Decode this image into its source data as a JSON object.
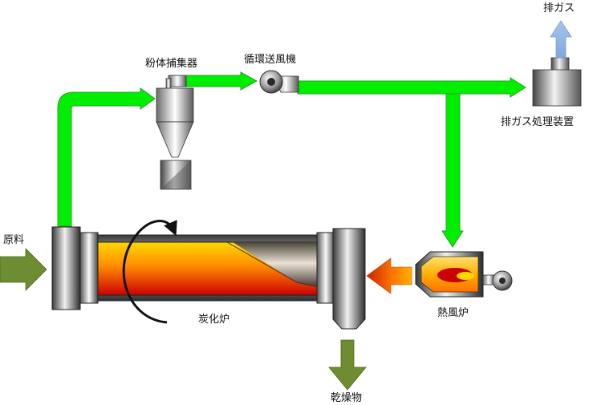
{
  "labels": {
    "exhaust_gas": "排ガス",
    "powder_collector": "粉体捕集器",
    "circulation_fan": "循環送風機",
    "exhaust_treatment": "排ガス処理装置",
    "raw_material": "原料",
    "carbonization_furnace": "炭化炉",
    "hot_air_furnace": "熱風炉",
    "dried_product": "乾燥物"
  },
  "colors": {
    "gas_pipe": "#00ee00",
    "exhaust_arrow": "#8fb4e3",
    "material_arrow": "#6e8c32",
    "hot_air_arrow": "#ff6600",
    "flame_red": "#cc0000",
    "flame_yellow": "#ffd700"
  },
  "icons": {
    "rotation": "circular-arrow-icon",
    "fan": "fan-icon"
  }
}
